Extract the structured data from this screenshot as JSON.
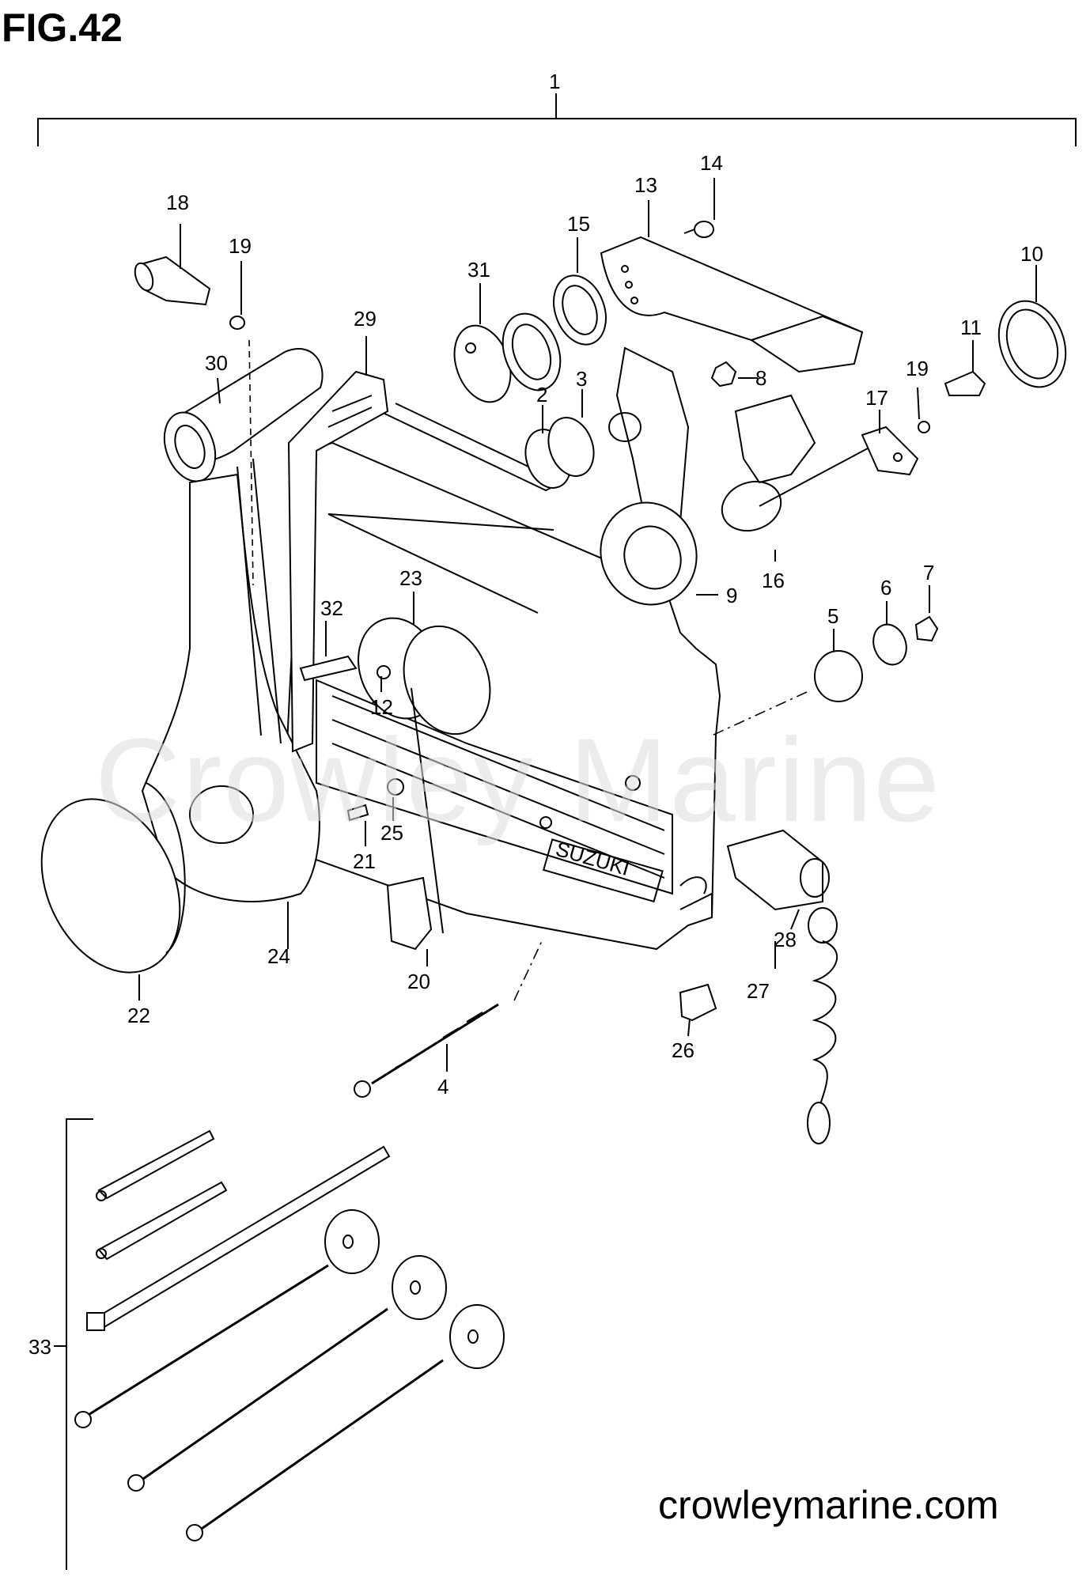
{
  "figure": {
    "title": "FIG.42",
    "watermark": "Crowley Marine",
    "website": "crowleymarine.com"
  },
  "callouts": [
    {
      "id": "c1",
      "label": "1"
    },
    {
      "id": "c2",
      "label": "2"
    },
    {
      "id": "c3",
      "label": "3"
    },
    {
      "id": "c4",
      "label": "4"
    },
    {
      "id": "c5",
      "label": "5"
    },
    {
      "id": "c6",
      "label": "6"
    },
    {
      "id": "c7",
      "label": "7"
    },
    {
      "id": "c8",
      "label": "8"
    },
    {
      "id": "c9",
      "label": "9"
    },
    {
      "id": "c10",
      "label": "10"
    },
    {
      "id": "c11",
      "label": "11"
    },
    {
      "id": "c12",
      "label": "12"
    },
    {
      "id": "c13",
      "label": "13"
    },
    {
      "id": "c14",
      "label": "14"
    },
    {
      "id": "c15",
      "label": "15"
    },
    {
      "id": "c16",
      "label": "16"
    },
    {
      "id": "c17",
      "label": "17"
    },
    {
      "id": "c18",
      "label": "18"
    },
    {
      "id": "c19a",
      "label": "19"
    },
    {
      "id": "c19b",
      "label": "19"
    },
    {
      "id": "c20",
      "label": "20"
    },
    {
      "id": "c21",
      "label": "21"
    },
    {
      "id": "c22",
      "label": "22"
    },
    {
      "id": "c23",
      "label": "23"
    },
    {
      "id": "c24",
      "label": "24"
    },
    {
      "id": "c25",
      "label": "25"
    },
    {
      "id": "c26",
      "label": "26"
    },
    {
      "id": "c27",
      "label": "27"
    },
    {
      "id": "c28",
      "label": "28"
    },
    {
      "id": "c29",
      "label": "29"
    },
    {
      "id": "c30",
      "label": "30"
    },
    {
      "id": "c31",
      "label": "31"
    },
    {
      "id": "c32",
      "label": "32"
    },
    {
      "id": "c33",
      "label": "33"
    }
  ],
  "housing_text": "SUZUKI"
}
